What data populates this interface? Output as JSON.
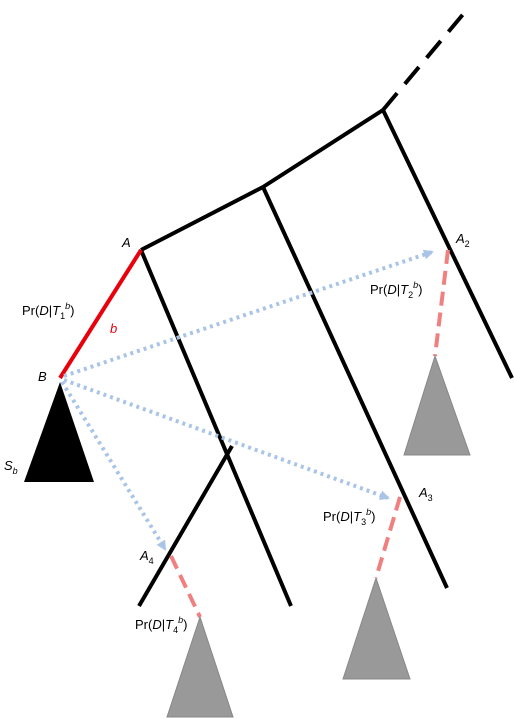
{
  "colors": {
    "tree": "#000000",
    "selected_branch": "#e8000b",
    "attachment_dashed": "#f08080",
    "arrow_dotted": "#a9c4e6",
    "subtree_gray": "#999999",
    "subtree_black": "#000000"
  },
  "nodes": {
    "A": "A",
    "B": "B",
    "branch_b": "b",
    "Sb": {
      "main": "S",
      "sub": "b"
    },
    "A2": {
      "main": "A",
      "sub": "2"
    },
    "A3": {
      "main": "A",
      "sub": "3"
    },
    "A4": {
      "main": "A",
      "sub": "4"
    }
  },
  "likelihoods": {
    "T1": {
      "prefix": "Pr(",
      "D": "D",
      "bar": "|",
      "T": "T",
      "sub": "1",
      "sup": "b",
      "suffix": ")"
    },
    "T2": {
      "prefix": "Pr(",
      "D": "D",
      "bar": "|",
      "T": "T",
      "sub": "2",
      "sup": "b",
      "suffix": ")"
    },
    "T3": {
      "prefix": "Pr(",
      "D": "D",
      "bar": "|",
      "T": "T",
      "sub": "3",
      "sup": "b",
      "suffix": ")"
    },
    "T4": {
      "prefix": "Pr(",
      "D": "D",
      "bar": "|",
      "T": "T",
      "sub": "4",
      "sup": "b",
      "suffix": ")"
    }
  }
}
